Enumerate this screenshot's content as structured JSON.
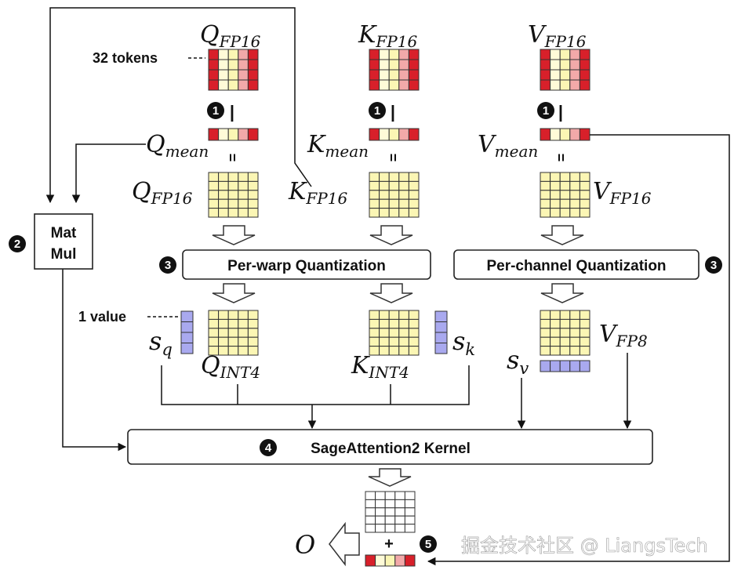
{
  "matrices": {
    "q_fp16": "Q",
    "q_fp16_sub": "FP16",
    "k_fp16": "K",
    "k_fp16_sub": "FP16",
    "v_fp16": "V",
    "v_fp16_sub": "FP16",
    "q_mean": "Q",
    "q_mean_sub": "mean",
    "k_mean": "K",
    "k_mean_sub": "mean",
    "v_mean": "V",
    "v_mean_sub": "mean",
    "q_int4": "Q",
    "q_int4_sub": "INT4",
    "k_int4": "K",
    "k_int4_sub": "INT4",
    "v_fp8": "V",
    "v_fp8_sub": "FP8",
    "s_q": "s",
    "s_q_sub": "q",
    "s_k": "s",
    "s_k_sub": "k",
    "s_v": "s",
    "s_v_sub": "v",
    "output": "O"
  },
  "annotations": {
    "tokens": "32 tokens",
    "one_value": "1 value"
  },
  "blocks": {
    "matmul_line1": "Mat",
    "matmul_line2": "Mul",
    "per_warp": "Per-warp Quantization",
    "per_channel": "Per-channel Quantization",
    "kernel": "SageAttention2 Kernel"
  },
  "steps": {
    "one": "1",
    "two": "2",
    "three": "3",
    "four": "4",
    "five": "5"
  },
  "symbols": {
    "minus": "|",
    "equals": "=",
    "plus": "+"
  },
  "watermark": "掘金技术社区 @ LiangsTech",
  "colors": {
    "red": "#d8202a",
    "light_red": "#f2a9a9",
    "yellow": "#fbf6b4",
    "pale_yellow": "#fffbd8",
    "blue": "#a9a9ef",
    "black": "#111111"
  }
}
